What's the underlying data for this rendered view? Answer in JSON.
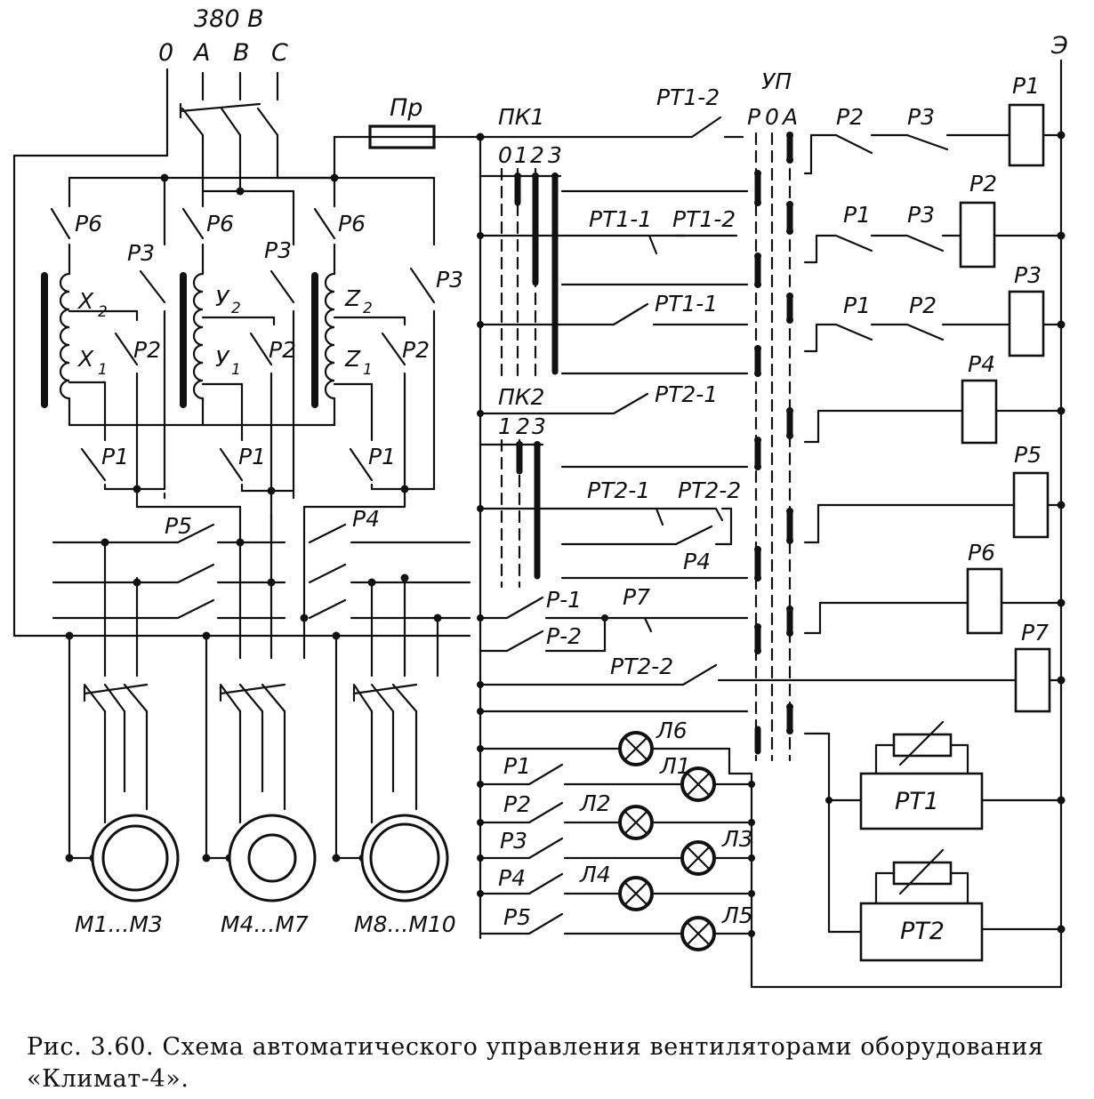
{
  "supply": {
    "voltage": "380 B",
    "phases": [
      "0",
      "A",
      "B",
      "C"
    ],
    "ground": "Э"
  },
  "fuse": "Пр",
  "selector": {
    "title": "УП",
    "columns": [
      "Р",
      "0",
      "А"
    ]
  },
  "switch_pk1": {
    "name": "ПК1",
    "positions": [
      "0",
      "1",
      "2",
      "3"
    ]
  },
  "switch_pk2": {
    "name": "ПК2",
    "positions": [
      "1",
      "2",
      "3"
    ]
  },
  "transformers": [
    {
      "upper": "X",
      "upper_sub": "2",
      "lower": "X",
      "lower_sub": "1"
    },
    {
      "upper": "У",
      "upper_sub": "2",
      "lower": "У",
      "lower_sub": "1"
    },
    {
      "upper": "Z",
      "upper_sub": "2",
      "lower": "Z",
      "lower_sub": "1"
    }
  ],
  "transformer_contacts": {
    "p6": "Р6",
    "p3": "Р3",
    "p2": "Р2",
    "p1": "Р1"
  },
  "bus_contacts": {
    "p5": "Р5",
    "p4": "Р4"
  },
  "motors": [
    "М1...М3",
    "М4...М7",
    "М8...М10"
  ],
  "control_contacts": {
    "rt1_2_top": "РТ1-2",
    "rt1_1_a": "РТ1-1",
    "rt1_2_a": "РТ1-2",
    "rt1_1_b": "РТ1-1",
    "rt2_1_a": "РТ2-1",
    "rt2_1_b": "РТ2-1",
    "rt2_2_a": "РТ2-2",
    "p4": "Р4",
    "r_1": "Р-1",
    "r_2": "Р-2",
    "p7": "Р7",
    "rt2_2_b": "РТ2-2"
  },
  "relay_coils": [
    "Р1",
    "Р2",
    "Р3",
    "Р4",
    "Р5",
    "Р6",
    "Р7"
  ],
  "coil_contacts": {
    "row1": [
      "Р2",
      "Р3"
    ],
    "row2": [
      "Р1",
      "Р3"
    ],
    "row3": [
      "Р1",
      "Р2"
    ]
  },
  "lamp_contacts": [
    "Р1",
    "Р2",
    "Р3",
    "Р4",
    "Р5"
  ],
  "lamps": [
    "Л6",
    "Л1",
    "Л2",
    "Л3",
    "Л4",
    "Л5"
  ],
  "thermo_relays": [
    "РТ1",
    "РТ2"
  ],
  "caption": "Рис. 3.60. Схема автоматического управления вентиляторами оборудования «Климат-4»."
}
